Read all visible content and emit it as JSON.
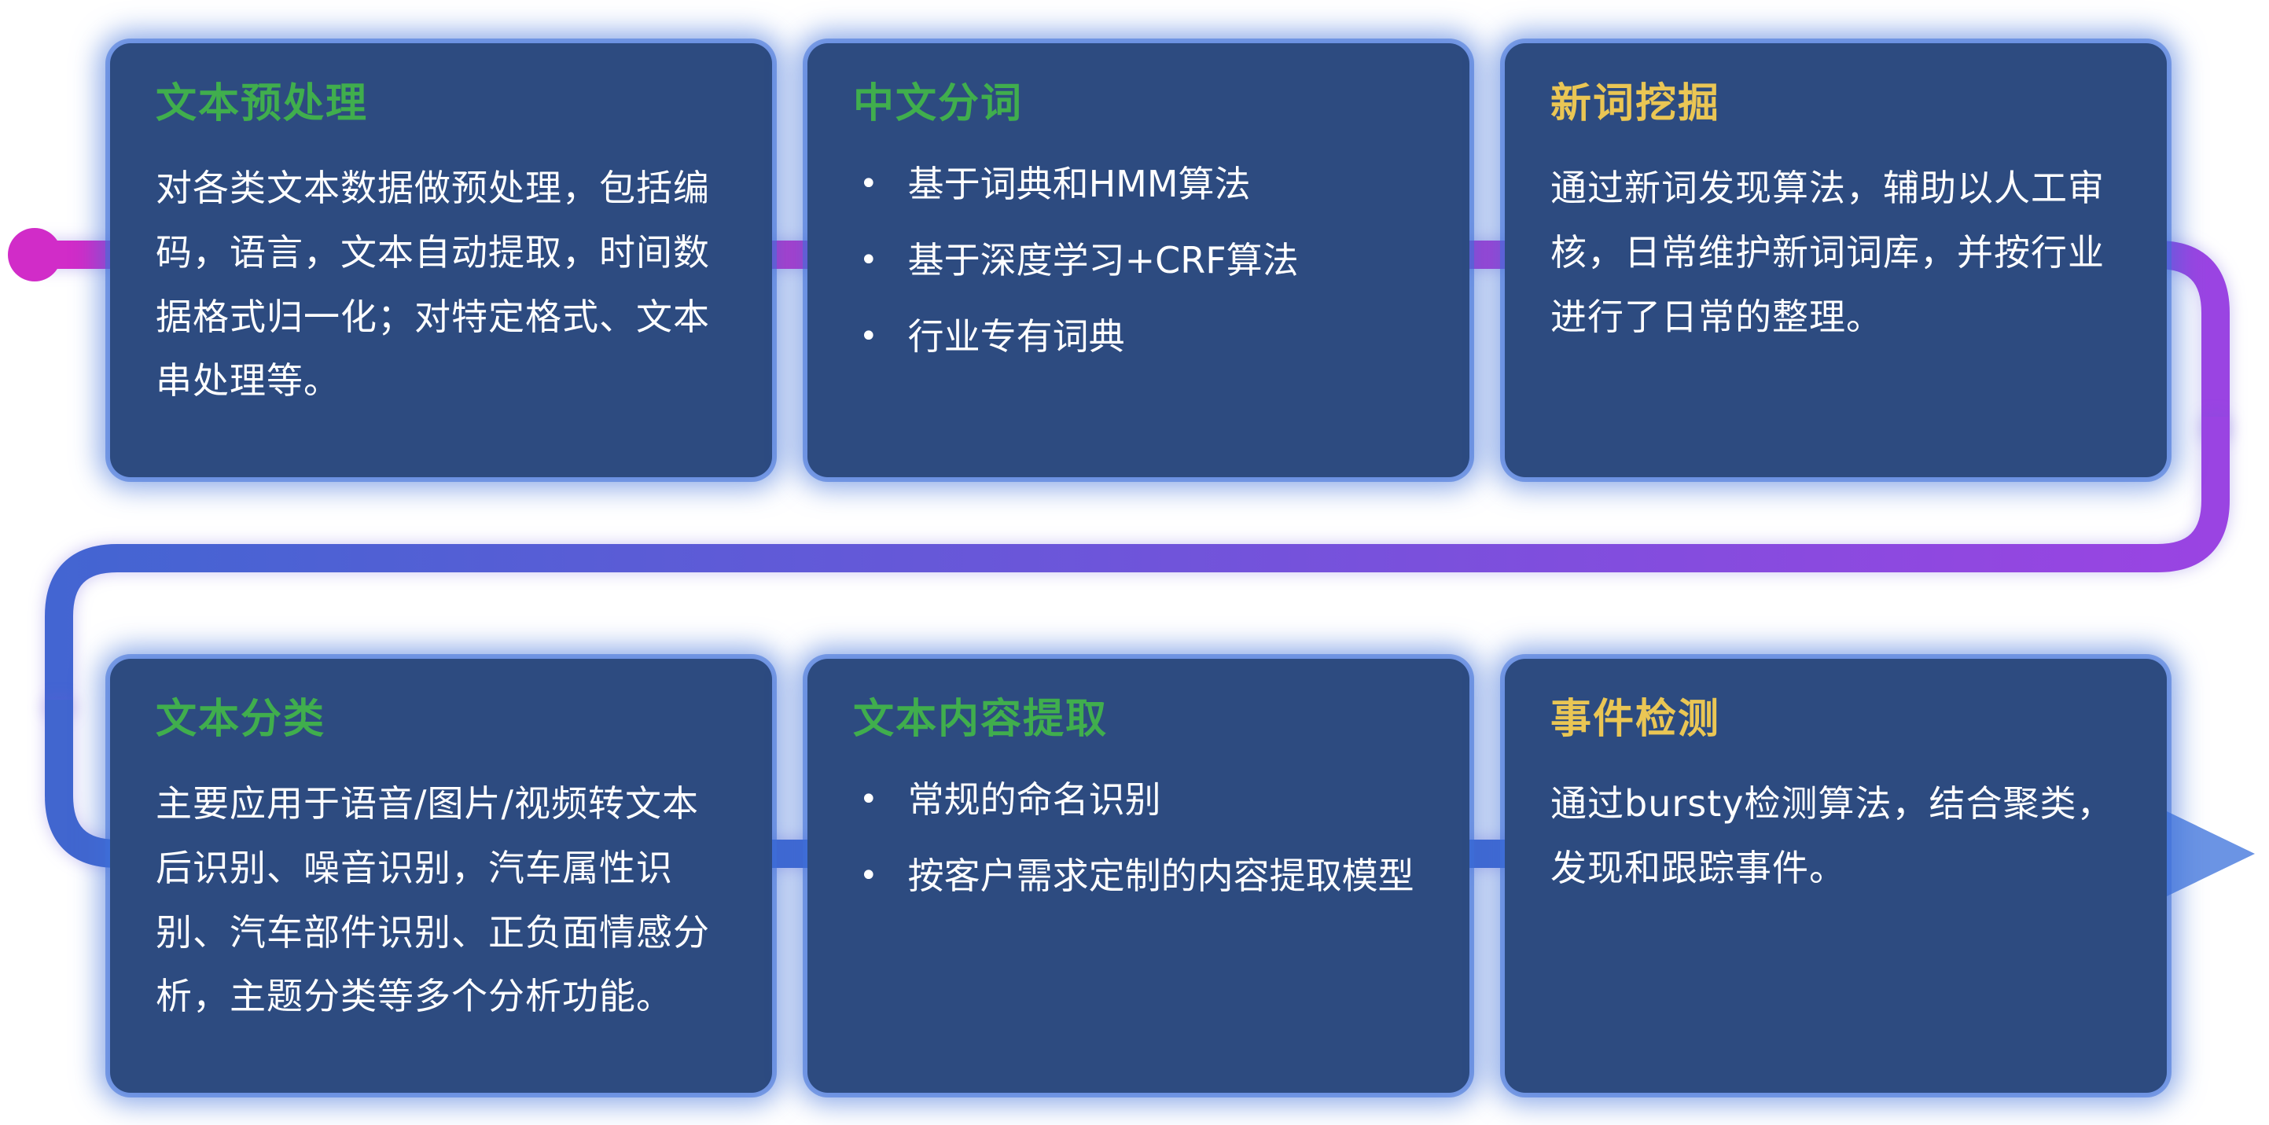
{
  "diagram_title": "NLP text processing pipeline",
  "colors": {
    "card_bg": "#2d4b80",
    "card_glow": "#3e6fd8",
    "title_green": "#40ae4d",
    "title_yellow": "#eac654",
    "body_text": "#ffffff",
    "flow_start": "#d12cc8",
    "flow_purple": "#9a44e2",
    "flow_blue": "#4365d2",
    "flow_bottom": "#4166cf",
    "flow_arrow": "#6b94e4"
  },
  "flow": {
    "start_marker": "dot",
    "end_marker": "arrow-right"
  },
  "cards": [
    {
      "title": "文本预处理",
      "style": "green",
      "body": "对各类文本数据做预处理，包括编码，语言，文本自动提取，时间数据格式归一化；对特定格式、文本串处理等。",
      "bullets": []
    },
    {
      "title": "中文分词",
      "style": "green",
      "body": "",
      "bullets": [
        "基于词典和HMM算法",
        "基于深度学习+CRF算法",
        "行业专有词典"
      ]
    },
    {
      "title": "新词挖掘",
      "style": "yellow",
      "body": "通过新词发现算法，辅助以人工审核，日常维护新词词库，并按行业进行了日常的整理。",
      "bullets": []
    },
    {
      "title": "文本分类",
      "style": "green",
      "body": "主要应用于语音/图片/视频转文本后识别、噪音识别，汽车属性识别、汽车部件识别、正负面情感分析，主题分类等多个分析功能。",
      "bullets": []
    },
    {
      "title": "文本内容提取",
      "style": "green",
      "body": "",
      "bullets": [
        "常规的命名识别",
        "按客户需求定制的内容提取模型"
      ]
    },
    {
      "title": "事件检测",
      "style": "yellow",
      "body": "通过bursty检测算法，结合聚类，发现和跟踪事件。",
      "bullets": []
    }
  ]
}
